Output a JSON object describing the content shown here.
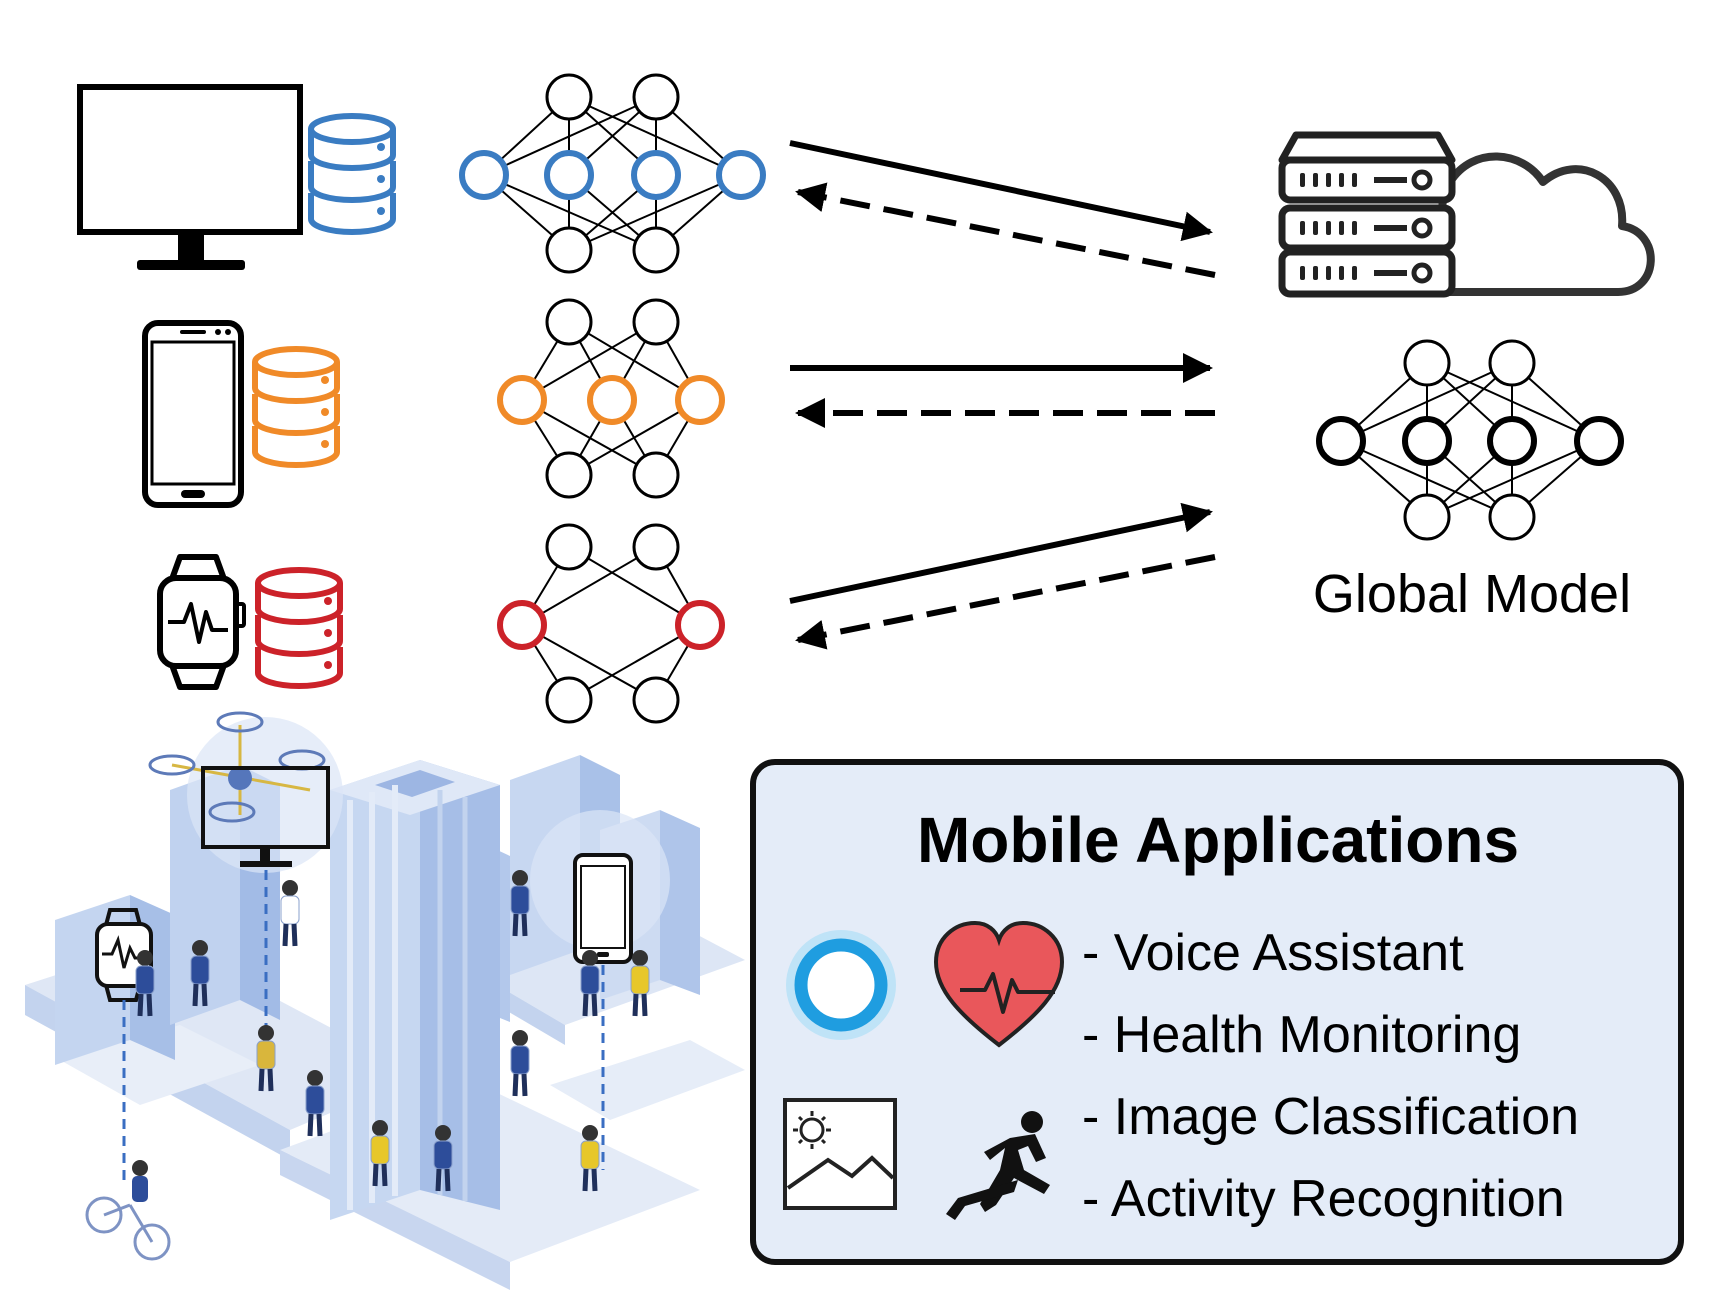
{
  "global_model_label": "Global Model",
  "apps": {
    "title": "Mobile Applications",
    "items": [
      "- Voice Assistant",
      "- Health Monitoring",
      "- Image Classification",
      "- Activity Recognition"
    ]
  },
  "colors": {
    "blue": "#3a7cc2",
    "orange": "#f08a28",
    "red": "#cc2229",
    "panel_fill": "#e4ecf8",
    "city": "#b8cdee"
  },
  "clients": [
    {
      "device": "desktop-monitor",
      "color": "blue",
      "hidden_nodes": 4
    },
    {
      "device": "smartphone",
      "color": "orange",
      "hidden_nodes": 3
    },
    {
      "device": "smartwatch",
      "color": "red",
      "hidden_nodes": 2
    }
  ],
  "icons": [
    "database-icon",
    "server-icon",
    "cloud-icon",
    "voice-assistant-icon",
    "heart-pulse-icon",
    "image-icon",
    "runner-icon"
  ]
}
